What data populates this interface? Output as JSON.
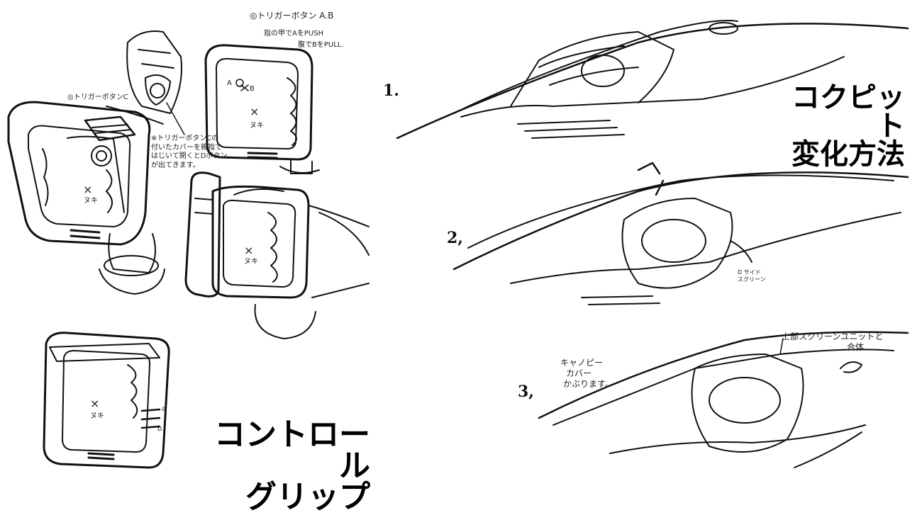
{
  "titles": {
    "grip_line1": "コントロール",
    "grip_line2": "グリップ",
    "cockpit_line1": "コクピット",
    "cockpit_line2": "変化方法"
  },
  "notes": {
    "trigger_ab": "◎トリガーボタン A.B",
    "finger_a": "指の甲でAをPUSH",
    "finger_b": "腹でBをPULL.",
    "trigger_c": "◎トリガーボタンC",
    "cover_1": "※トリガーボタンCの",
    "cover_2": "付いたカバーを親指で",
    "cover_3": "はじいて開くとDボタン",
    "cover_4": "が出てきます。",
    "nuki": "ヌキ",
    "x_mark": "×",
    "label_a": "A",
    "label_b": "B",
    "label_a_small": "a",
    "label_b_small": "b",
    "side_screen_1": "D サイド",
    "side_screen_2": "スクリーン",
    "upper_unit_1": "上部スクリーンユニットと",
    "upper_unit_2": "合体",
    "canopy_1": "キャノピー",
    "canopy_2": "カバー",
    "canopy_3": "かぶります。"
  },
  "steps": [
    "1.",
    "2,",
    "3,"
  ]
}
